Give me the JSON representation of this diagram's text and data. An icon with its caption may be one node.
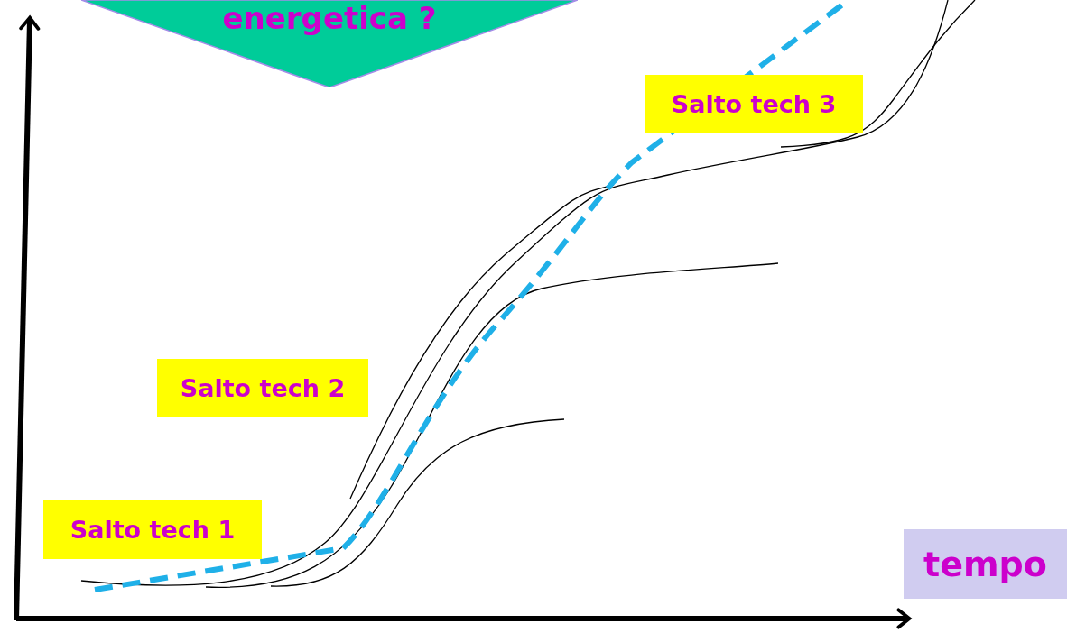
{
  "diagram": {
    "nodes": [
      {
        "text": [
          "energetica ?"
        ]
      },
      {
        "text": [
          "Salto tech 3"
        ]
      },
      {
        "text": [
          "Salto tech 2"
        ]
      },
      {
        "text": [
          "Salto tech 1"
        ]
      },
      {
        "text": [
          "tempo"
        ]
      }
    ]
  }
}
